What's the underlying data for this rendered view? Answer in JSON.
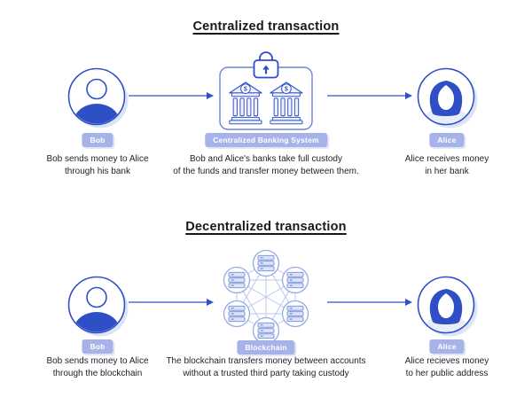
{
  "sections": [
    {
      "title": "Centralized transaction",
      "left": {
        "badge": "Bob",
        "caption": "Bob sends money to Alice\nthrough his bank"
      },
      "center": {
        "badge": "Centralized Banking System",
        "caption": "Bob and Alice's banks take full custody\nof the funds and transfer money between them."
      },
      "right": {
        "badge": "Alice",
        "caption": "Alice receives money\nin her bank"
      }
    },
    {
      "title": "Decentralized transaction",
      "left": {
        "badge": "Bob",
        "caption": "Bob sends money to Alice\nthrough the blockchain"
      },
      "center": {
        "badge": "Blockchain",
        "caption": "The blockchain transfers money between accounts\nwithout a trusted third party taking custody"
      },
      "right": {
        "badge": "Alice",
        "caption": "Alice recieves money\nto her public address"
      }
    }
  ],
  "icons": {
    "dollar_sign": "$",
    "left_figure": "bob-avatar",
    "right_figure": "alice-avatar",
    "centralized": "bank-buildings-with-lock",
    "decentralized": "server-node-mesh",
    "connector": "arrow-right"
  },
  "colors": {
    "accent_blue": "#2e4fc5",
    "badge_bg": "#a6b3e9",
    "light_fill": "#eef2fc",
    "pale_shadow": "#dce4f6",
    "mesh_line": "#bcc7ee",
    "text": "#1c2028"
  }
}
